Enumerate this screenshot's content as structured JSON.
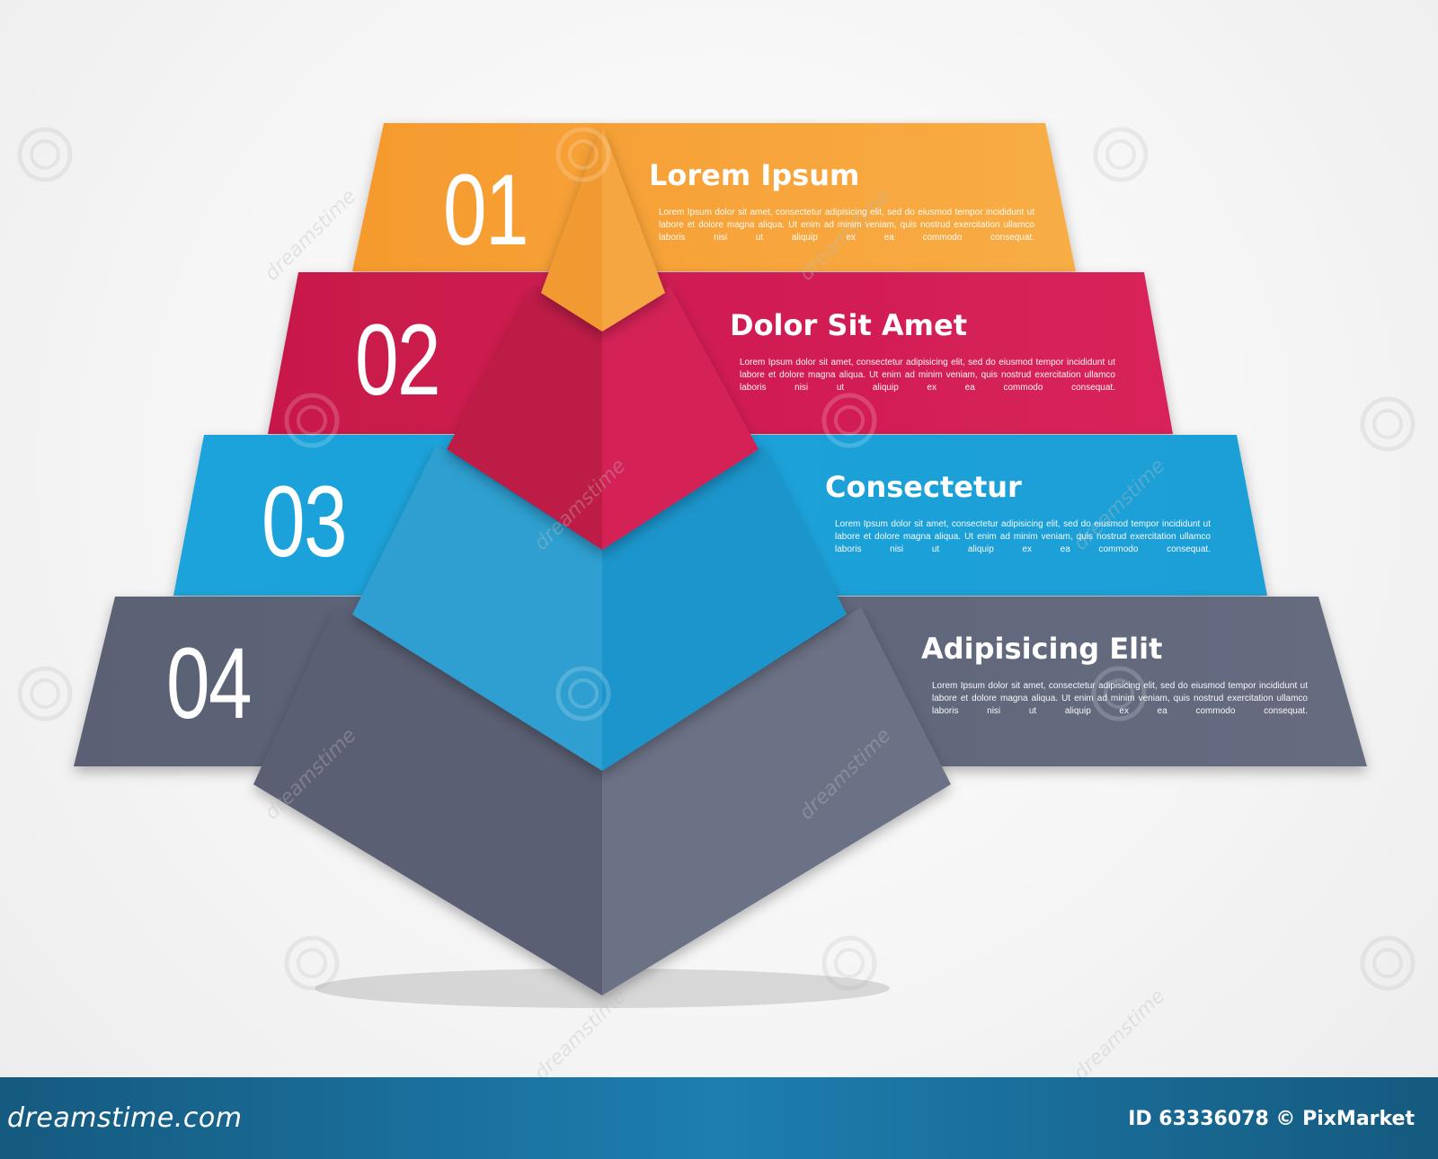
{
  "diagram": {
    "levels": [
      {
        "number": "01",
        "title": "Lorem Ipsum",
        "color": "#f7a135",
        "text": "Lorem Ipsum dolor sit amet, consectetur adipisicing elit, sed do eiusmod tempor incididunt ut labore et dolore magna aliqua. Ut enim ad minim veniam, quis nostrud exercitation ullamco laboris nisi ut aliquip ex ea commodo consequat."
      },
      {
        "number": "02",
        "title": "Dolor Sit Amet",
        "color": "#d41c50",
        "text": "Lorem Ipsum dolor sit amet, consectetur adipisicing elit, sed do eiusmod tempor incididunt ut labore et dolore magna aliqua. Ut enim ad minim veniam, quis nostrud exercitation ullamco laboris nisi ut aliquip ex ea commodo consequat."
      },
      {
        "number": "03",
        "title": "Consectetur",
        "color": "#1ba6dc",
        "text": "Lorem Ipsum dolor sit amet, consectetur adipisicing elit, sed do eiusmod tempor incididunt ut labore et dolore magna aliqua. Ut enim ad minim veniam, quis nostrud exercitation ullamco laboris nisi ut aliquip ex ea commodo consequat."
      },
      {
        "number": "04",
        "title": "Adipisicing Elit",
        "color": "#5e6478",
        "text": "Lorem Ipsum dolor sit amet, consectetur adipisicing elit, sed do eiusmod tempor incididunt ut labore et dolore magna aliqua. Ut enim ad minim veniam, quis nostrud exercitation ullamco laboris nisi ut aliquip ex ea commodo consequat."
      }
    ]
  },
  "watermark": {
    "text": "dreamstime",
    "icon": "spiral-logo-icon"
  },
  "footer": {
    "logo_text": "dreamstime.com",
    "id_text": "ID 63336078 © PixMarket",
    "color": "#1d7eb0"
  }
}
